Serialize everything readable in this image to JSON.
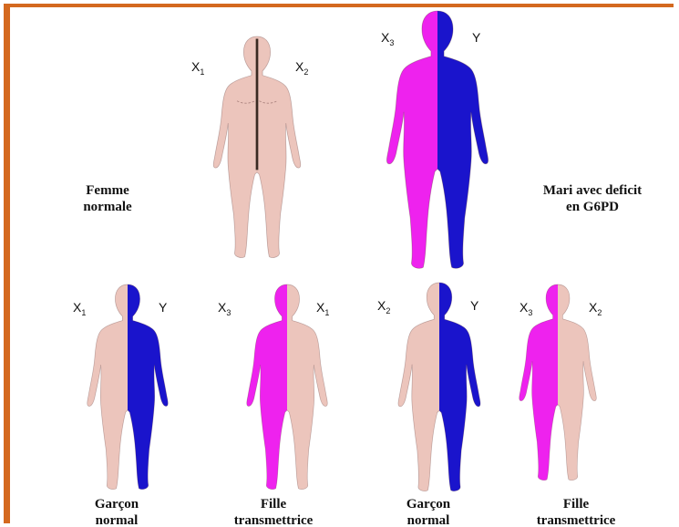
{
  "colors": {
    "frame": "#d4691f",
    "normal_x": "#ecc5bc",
    "defective_x": "#ee22ee",
    "y_chromosome": "#1a14cc",
    "divider": "#3a2a22"
  },
  "figures": [
    {
      "name": "mother",
      "left_chrom": {
        "letter": "X",
        "sub": "1"
      },
      "right_chrom": {
        "letter": "X",
        "sub": "2"
      },
      "left_color": "normal_x",
      "right_color": "normal_x",
      "caption": [
        "Femme",
        "normale"
      ]
    },
    {
      "name": "father",
      "left_chrom": {
        "letter": "X",
        "sub": "3"
      },
      "right_chrom": {
        "letter": "Y",
        "sub": ""
      },
      "left_color": "defective_x",
      "right_color": "y_chromosome",
      "caption": [
        "Mari avec deficit",
        "en G6PD"
      ]
    },
    {
      "name": "child-1",
      "left_chrom": {
        "letter": "X",
        "sub": "1"
      },
      "right_chrom": {
        "letter": "Y",
        "sub": ""
      },
      "left_color": "normal_x",
      "right_color": "y_chromosome",
      "caption": [
        "Garçon",
        "normal"
      ]
    },
    {
      "name": "child-2",
      "left_chrom": {
        "letter": "X",
        "sub": "3"
      },
      "right_chrom": {
        "letter": "X",
        "sub": "1"
      },
      "left_color": "defective_x",
      "right_color": "normal_x",
      "caption": [
        "Fille",
        "transmettrice"
      ]
    },
    {
      "name": "child-3",
      "left_chrom": {
        "letter": "X",
        "sub": "2"
      },
      "right_chrom": {
        "letter": "Y",
        "sub": ""
      },
      "left_color": "normal_x",
      "right_color": "y_chromosome",
      "caption": [
        "Garçon",
        "normal"
      ]
    },
    {
      "name": "child-4",
      "left_chrom": {
        "letter": "X",
        "sub": "3"
      },
      "right_chrom": {
        "letter": "X",
        "sub": "2"
      },
      "left_color": "defective_x",
      "right_color": "normal_x",
      "caption": [
        "Fille",
        "transmettrice"
      ]
    }
  ]
}
